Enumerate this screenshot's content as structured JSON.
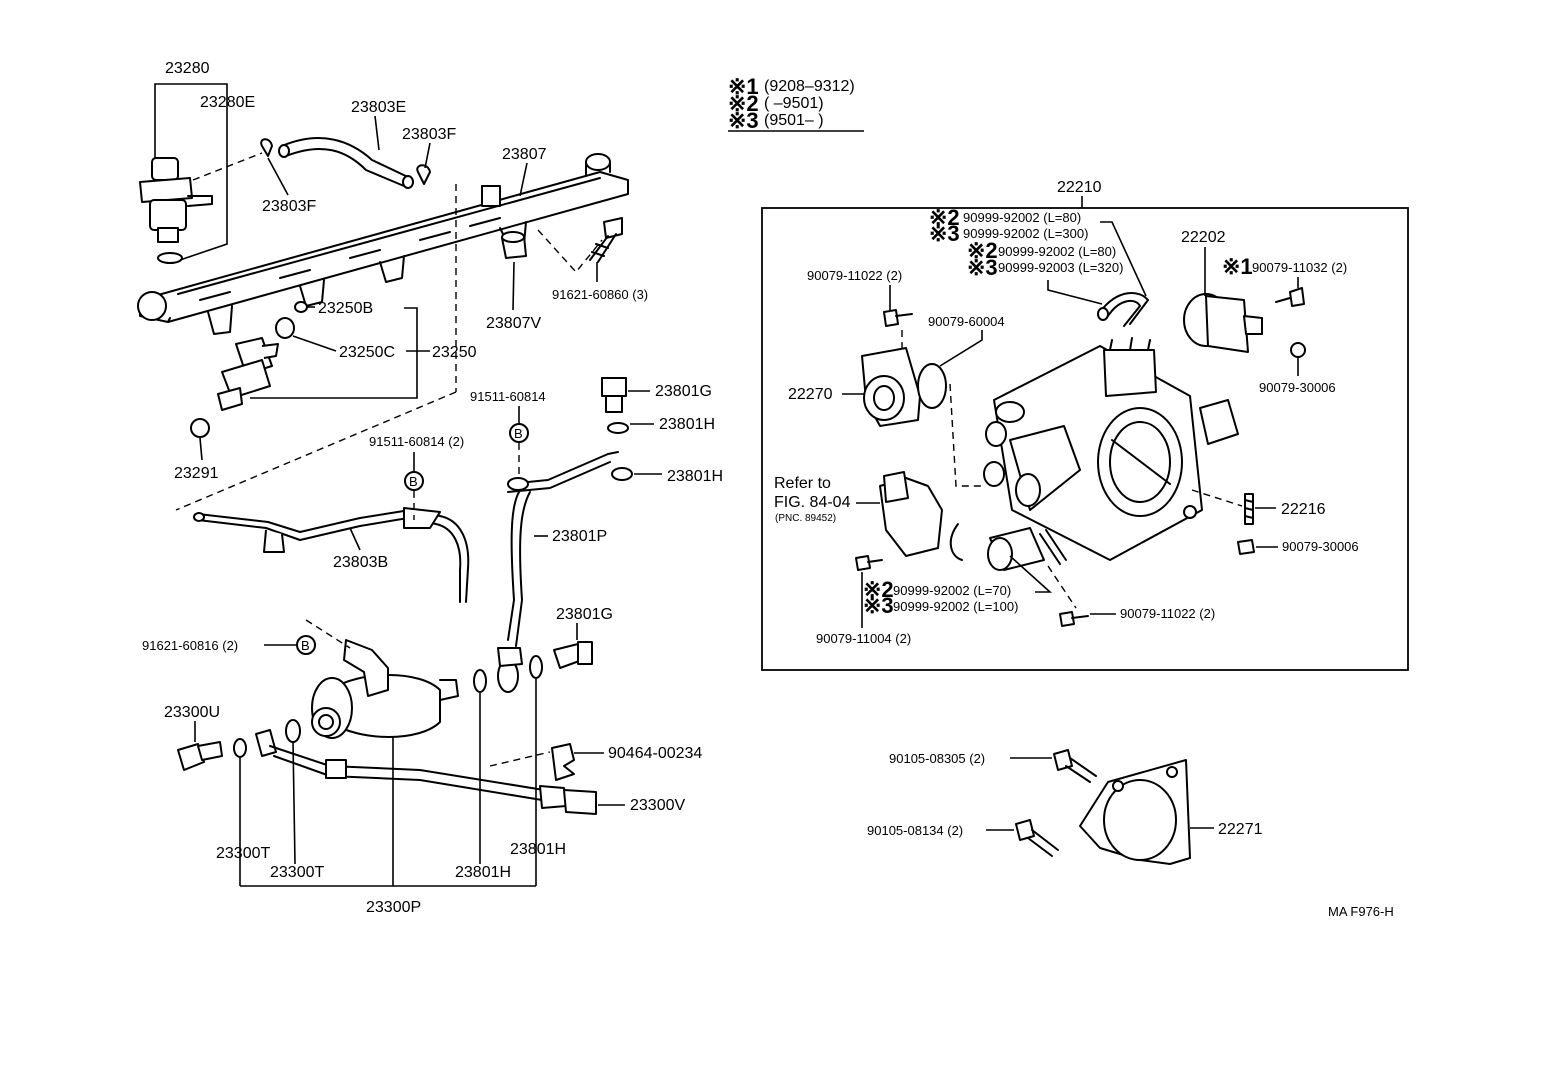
{
  "legend": [
    {
      "mark": "※1",
      "range": "(9208–9312)"
    },
    {
      "mark": "※2",
      "range": "(      –9501)"
    },
    {
      "mark": "※3",
      "range": "(9501–       )"
    }
  ],
  "labels": {
    "p23280": "23280",
    "p23280E": "23280E",
    "p23803E": "23803E",
    "p23803F_a": "23803F",
    "p23803F_b": "23803F",
    "p23807": "23807",
    "p23807V": "23807V",
    "p91621_60860": "91621-60860 (3)",
    "p23250B": "23250B",
    "p23250C": "23250C",
    "p23250": "23250",
    "p23291": "23291",
    "p91511_60814": "91511-60814",
    "p91511_60814_2": "91511-60814 (2)",
    "p23801G_a": "23801G",
    "p23801H_a": "23801H",
    "p23801H_b": "23801H",
    "p23801P": "23801P",
    "p23803B": "23803B",
    "p23801G_b": "23801G",
    "p91621_60816": "91621-60816 (2)",
    "p23300U": "23300U",
    "p90464_00234": "90464-00234",
    "p23300V": "23300V",
    "p23300T_a": "23300T",
    "p23300T_b": "23300T",
    "p23801H_c": "23801H",
    "p23801H_d": "23801H",
    "p23300P": "23300P",
    "p22210": "22210",
    "p90999_l80": "90999-92002 (L=80)",
    "p90999_l300": "90999-92002 (L=300)",
    "p90999_l80b": "90999-92002 (L=80)",
    "p90999_l320": "90999-92003 (L=320)",
    "p22202": "22202",
    "p90079_11022_a": "90079-11022 (2)",
    "p90079_60004": "90079-60004",
    "p90079_11032": "90079-11032 (2)",
    "p90079_30006_a": "90079-30006",
    "p22270": "22270",
    "refer_to": "Refer to",
    "refer_fig": "FIG. 84-04",
    "refer_pnc": "(PNC. 89452)",
    "p22216": "22216",
    "p90079_30006_b": "90079-30006",
    "p90999_l70": "90999-92002 (L=70)",
    "p90999_l100": "90999-92002 (L=100)",
    "p90079_11022_b": "90079-11022 (2)",
    "p90079_11004": "90079-11004 (2)",
    "p90105_08305": "90105-08305 (2)",
    "p90105_08134": "90105-08134 (2)",
    "p22271": "22271",
    "figure_code": "MA F976-H"
  },
  "marks": {
    "m2": "※2",
    "m3": "※3",
    "m1": "※1",
    "b": "B"
  }
}
